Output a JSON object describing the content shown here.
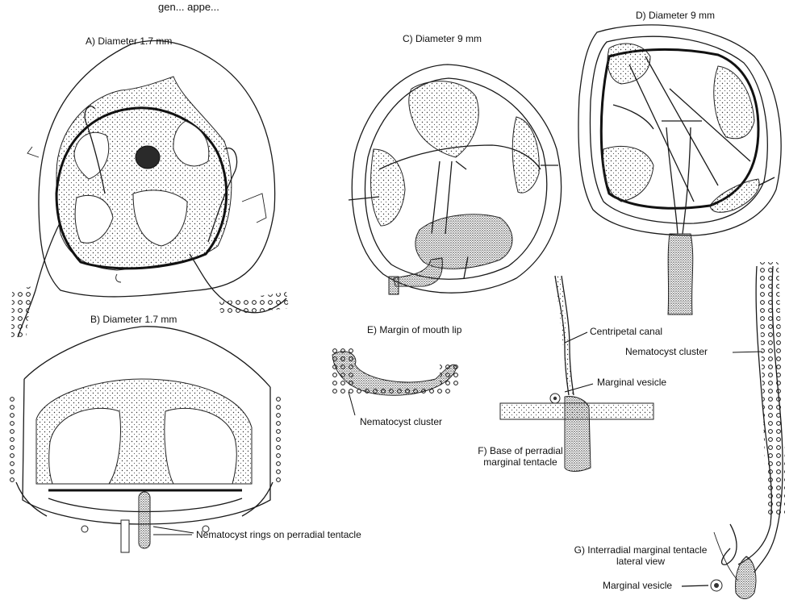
{
  "header_fragment": "gen... appe...",
  "panels": {
    "A": "A) Diameter 1.7 mm",
    "B": "B) Diameter 1.7 mm",
    "C": "C) Diameter 9 mm",
    "D": "D) Diameter 9 mm",
    "E": "E) Margin of mouth lip",
    "F_line1": "F) Base of perradial",
    "F_line2": "marginal tentacle",
    "G_line1": "G) Interradial marginal tentacle",
    "G_line2": "lateral view"
  },
  "callouts": {
    "nematocyst_rings": "Nematocyst rings on perradial tentacle",
    "nematocyst_cluster_E": "Nematocyst cluster",
    "centripetal_canal": "Centripetal canal",
    "marginal_vesicle_F": "Marginal vesicle",
    "nematocyst_cluster_G": "Nematocyst cluster",
    "marginal_vesicle_G": "Marginal vesicle"
  }
}
